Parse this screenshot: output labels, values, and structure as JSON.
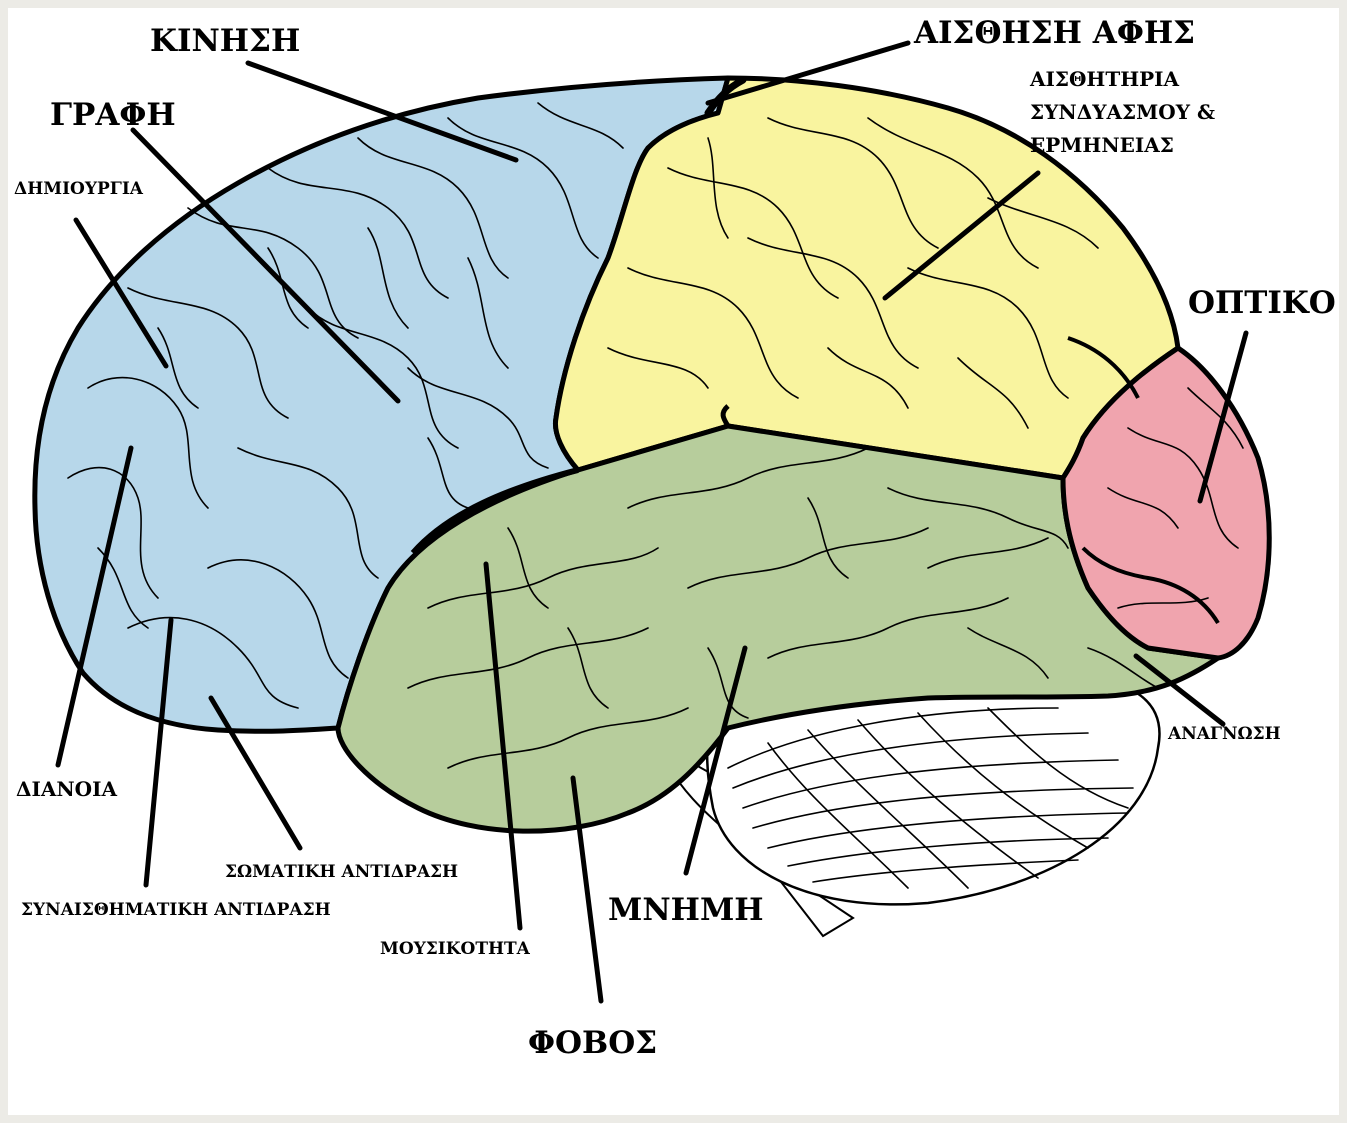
{
  "labels": {
    "kinisi": "ΚΙΝΗΣΗ",
    "grafi": "ΓΡΑΦΗ",
    "dimiourgia": "ΔΗΜΙΟΥΡΓΙΑ",
    "aisthisi_afis": "ΑΙΣΘΗΣΗ ΑΦΗΣ",
    "aisthitiria_line1": "ΑΙΣΘΗΤΗΡΙΑ",
    "aisthitiria_line2": "ΣΥΝΔΥΑΣΜΟΥ &",
    "aisthitiria_line3": "ΕΡΜΗΝΕΙΑΣ",
    "optiko": "ΟΠΤΙΚΟ",
    "anagnosi": "ΑΝΑΓΝΩΣΗ",
    "dianoia": "ΔΙΑΝΟΙΑ",
    "somatiki_antidrasi": "ΣΩΜΑΤΙΚΗ ΑΝΤΙΔΡΑΣΗ",
    "synaisthimatiki_antidrasi": "ΣΥΝΑΙΣΘΗΜΑΤΙΚΗ ΑΝΤΙΔΡΑΣΗ",
    "mousikotita": "ΜΟΥΣΙΚΟΤΗΤΑ",
    "mnimi": "ΜΝΗΜΗ",
    "fovos": "ΦΟΒΟΣ"
  },
  "colors": {
    "frontal_lobe": "#b7d7ea",
    "parietal_lobe": "#f9f49f",
    "temporal_lobe": "#b7cd9c",
    "occipital_lobe": "#f0a4ae",
    "cerebellum": "#ffffff",
    "outline": "#000000"
  }
}
